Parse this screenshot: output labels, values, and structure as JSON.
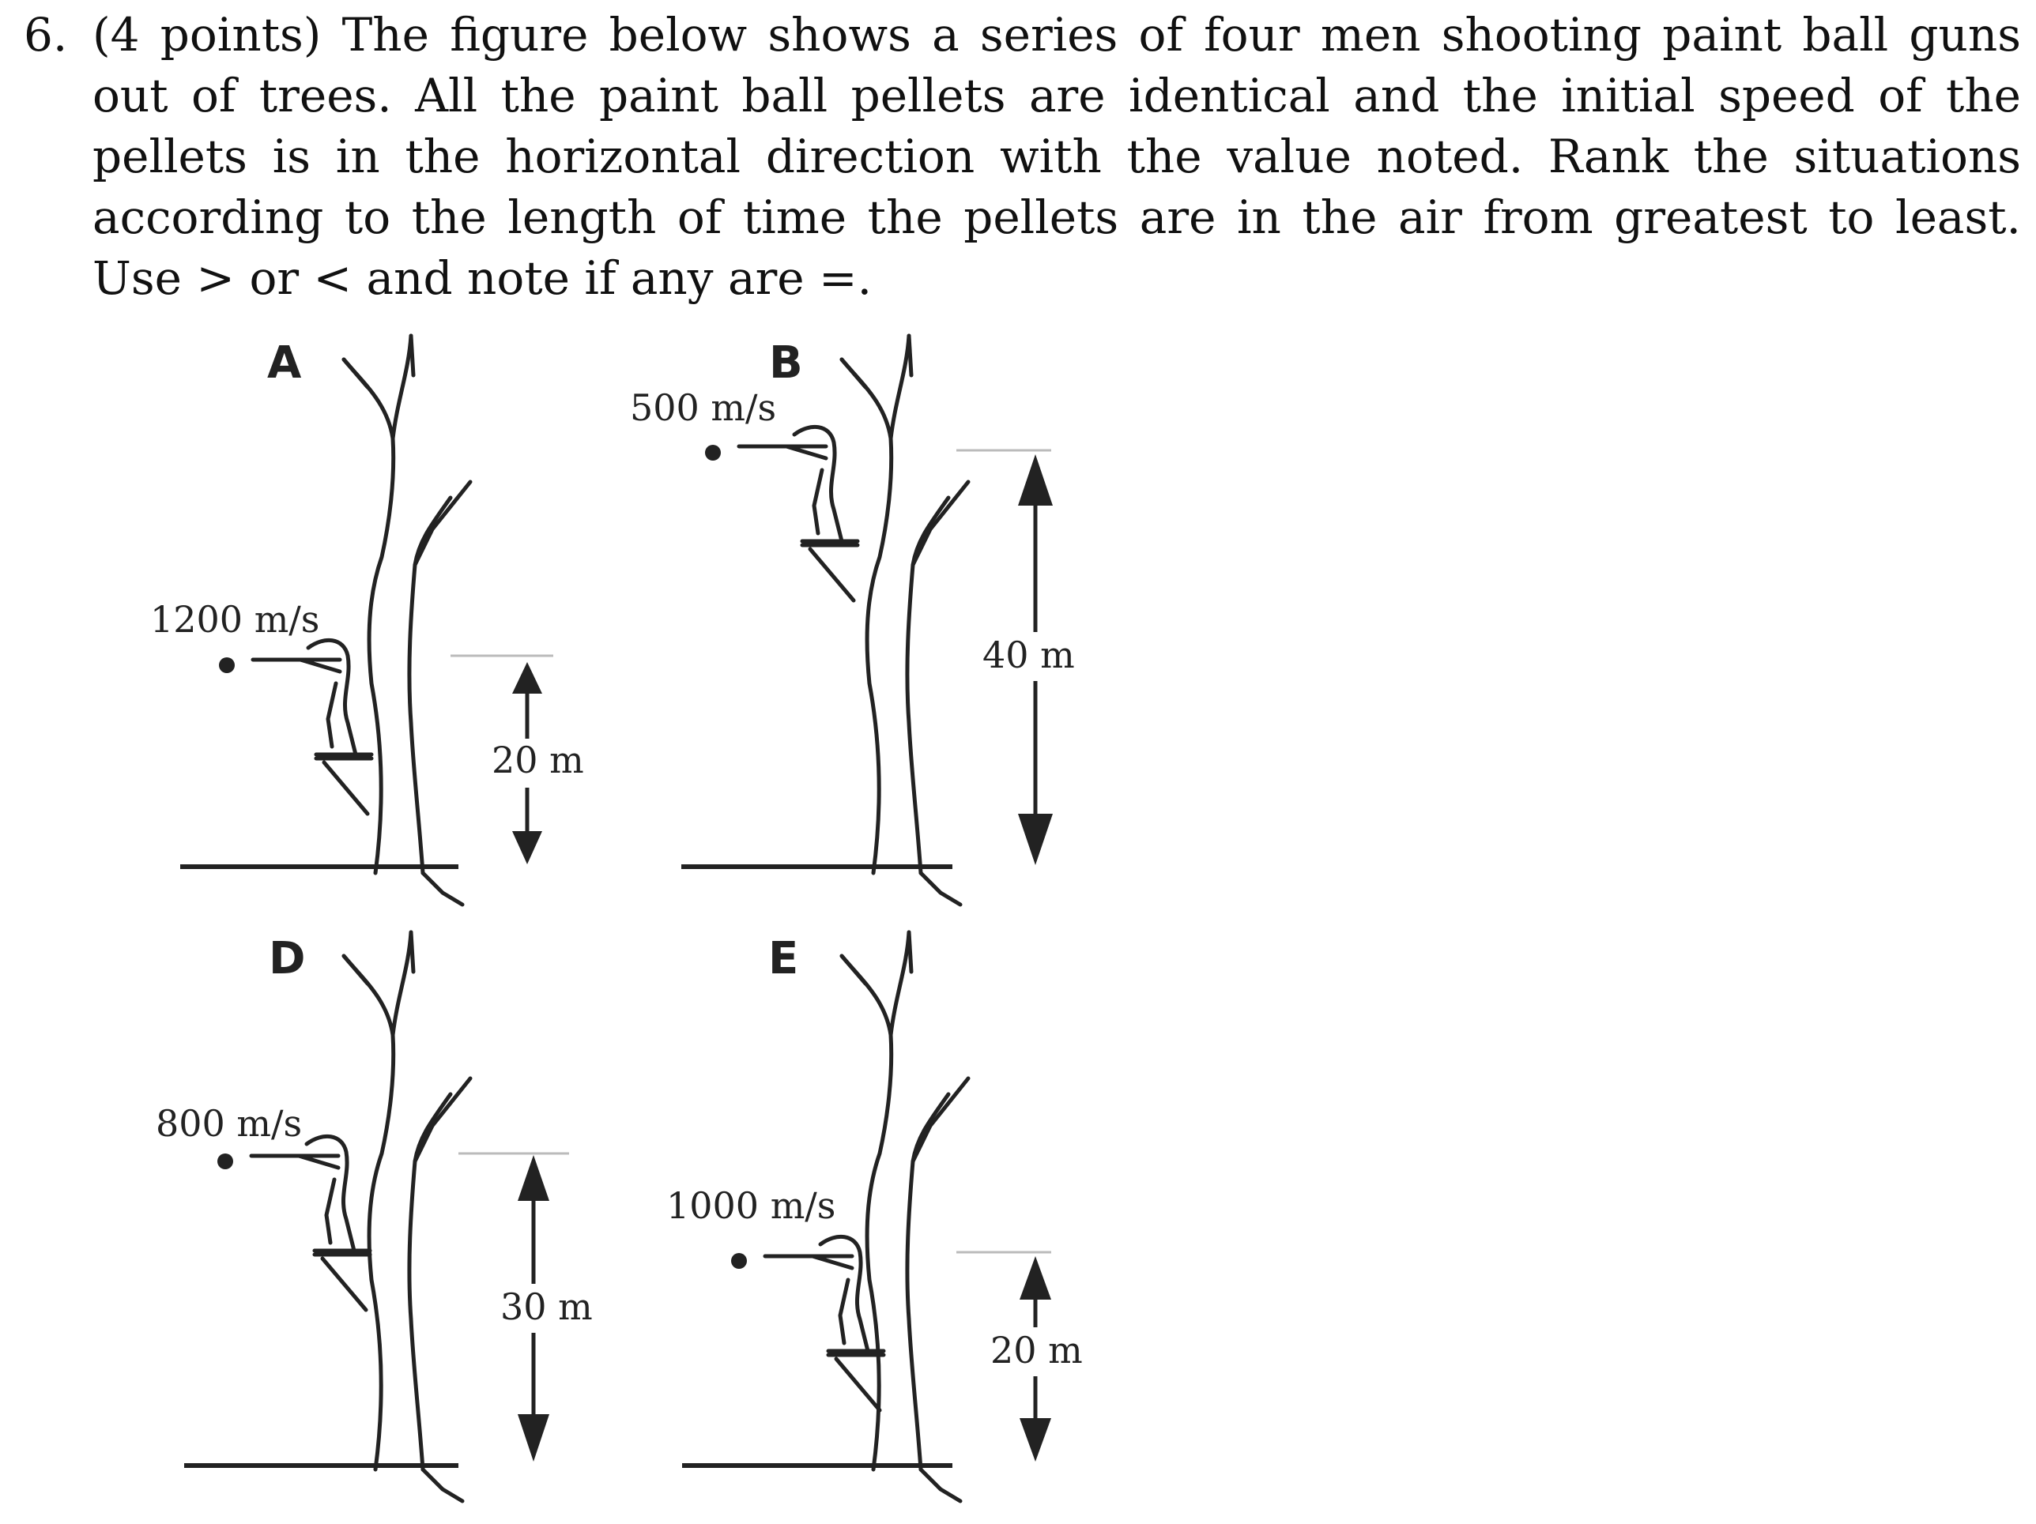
{
  "question": {
    "number": "6.",
    "text": "(4 points) The figure below shows a series of four men shooting paint ball guns out of trees. All the paint ball pellets are identical and the initial speed of the pellets is in the horizontal direction with the value noted. Rank the situations according to the length of time the pellets are in the air from greatest to least. Use > or < and note if any are =."
  },
  "figure": {
    "panels": [
      {
        "letter": "A",
        "speed": "1200 m/s",
        "height": "20 m"
      },
      {
        "letter": "B",
        "speed": "500 m/s",
        "height": "40 m"
      },
      {
        "letter": "D",
        "speed": "800 m/s",
        "height": "30 m"
      },
      {
        "letter": "E",
        "speed": "1000 m/s",
        "height": "20 m"
      }
    ]
  }
}
